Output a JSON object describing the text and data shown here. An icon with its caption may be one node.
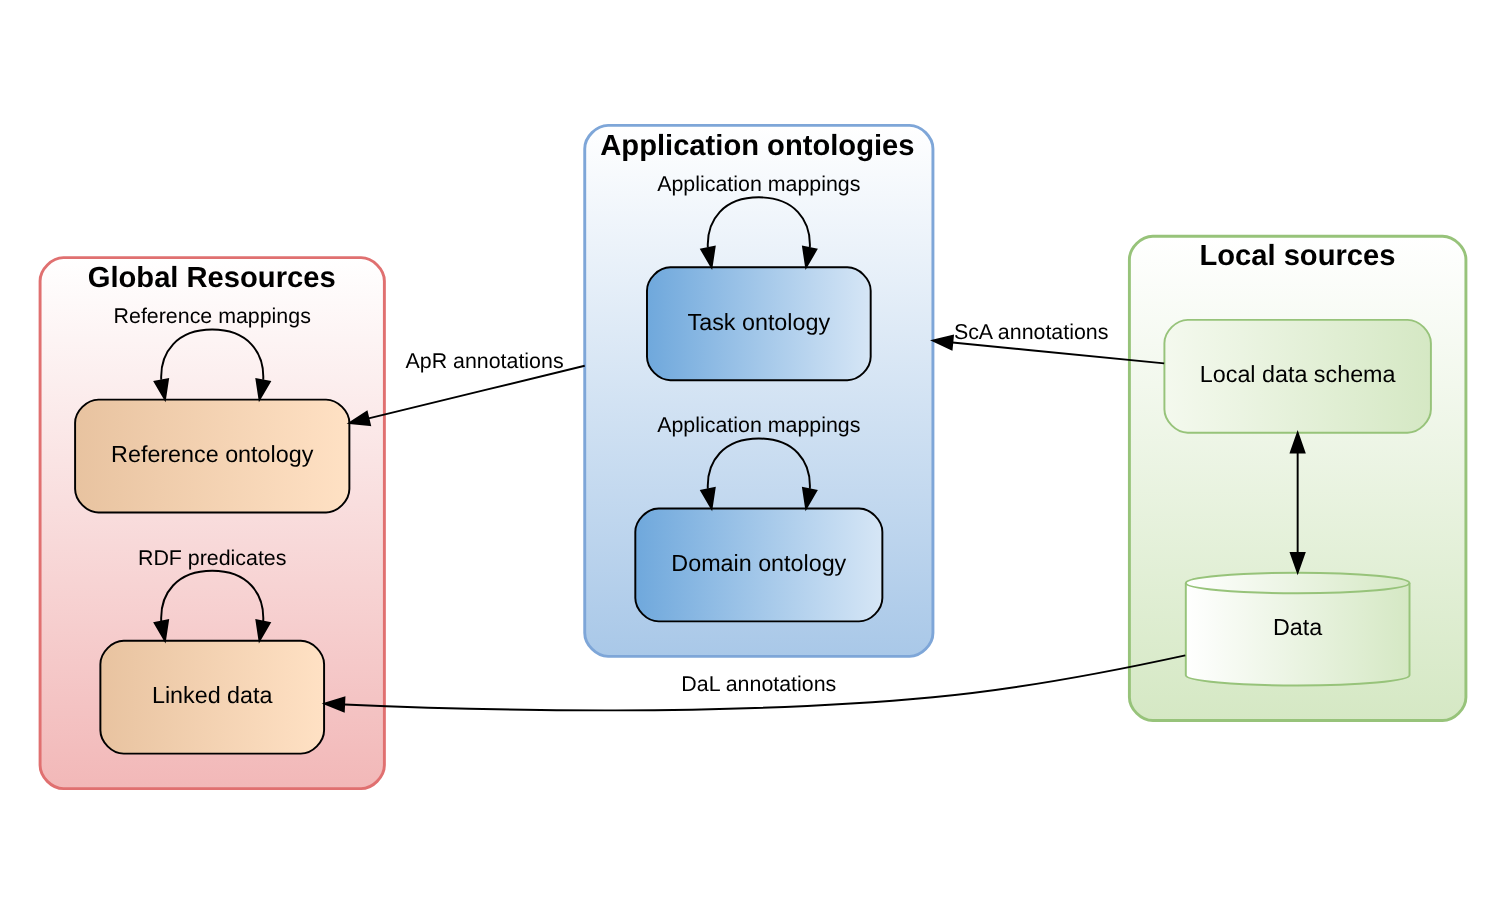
{
  "diagram": {
    "nodes": [
      {
        "text": [
          "Global Resources"
        ]
      },
      {
        "text": [
          "Reference ontology"
        ],
        "in": 0
      },
      {
        "text": [
          "Linked data"
        ],
        "in": 0
      },
      {
        "text": [
          "Application ontologies"
        ]
      },
      {
        "text": [
          "Task ontology"
        ],
        "in": 3
      },
      {
        "text": [
          "Domain ontology"
        ],
        "in": 3
      },
      {
        "text": [
          "Local sources"
        ]
      },
      {
        "text": [
          "Local data schema"
        ],
        "in": 6
      },
      {
        "text": [
          "Data"
        ],
        "in": 6
      }
    ],
    "edges": [
      {
        "from": 1,
        "to": 1,
        "arrow": "both",
        "label": "Reference mappings"
      },
      {
        "from": 2,
        "to": 2,
        "arrow": "both",
        "label": "RDF predicates"
      },
      {
        "from": 4,
        "to": 4,
        "arrow": "both",
        "label": "Application mappings"
      },
      {
        "from": 5,
        "to": 5,
        "arrow": "both",
        "label": "Application mappings"
      },
      {
        "from": 3,
        "to": 1,
        "arrow": "to",
        "label": "ApR annotations"
      },
      {
        "from": 7,
        "to": 3,
        "arrow": "to",
        "label": "ScA annotations"
      },
      {
        "from": 7,
        "to": 8,
        "arrow": "both"
      },
      {
        "from": 8,
        "to": 2,
        "arrow": "to",
        "label": "DaL annotations"
      }
    ]
  }
}
